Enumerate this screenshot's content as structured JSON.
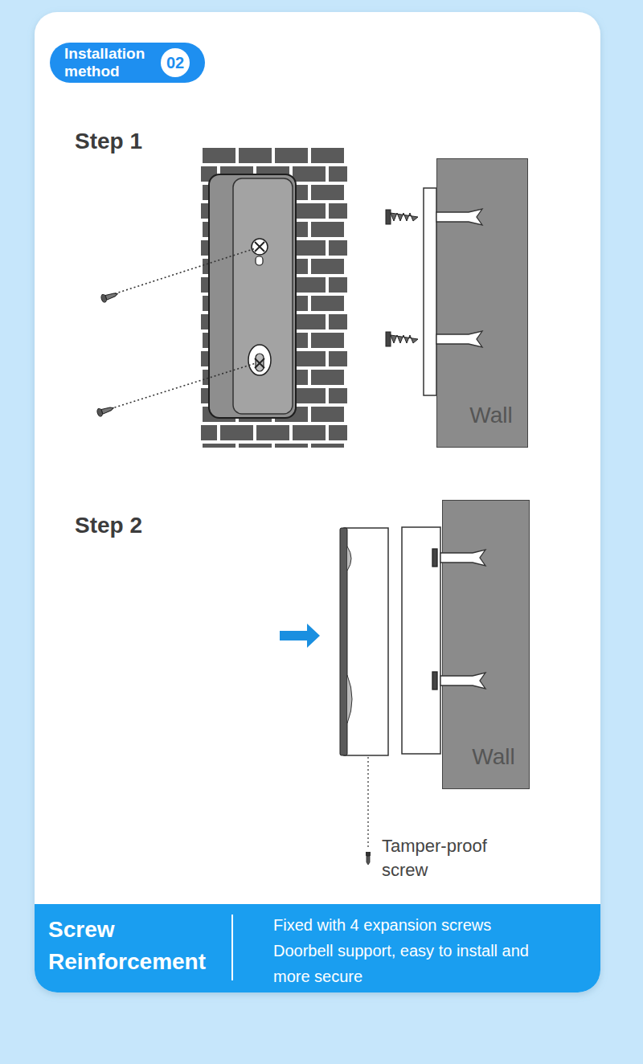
{
  "diagram": {
    "nodes": [
      {
        "text": [
          "Installation method"
        ]
      },
      {
        "text": [
          "02"
        ],
        "in": 0
      },
      {
        "text": [
          "Wall"
        ]
      },
      {
        "text": [
          "Wall"
        ]
      },
      {
        "text": [
          "Screw Reinforcement",
          "Fixed with 4 expansion screws Doorbell support, easy to install and more secure"
        ]
      }
    ],
    "labels": [
      "Step 1",
      "Step 2",
      "Tamper-proof screw"
    ]
  }
}
